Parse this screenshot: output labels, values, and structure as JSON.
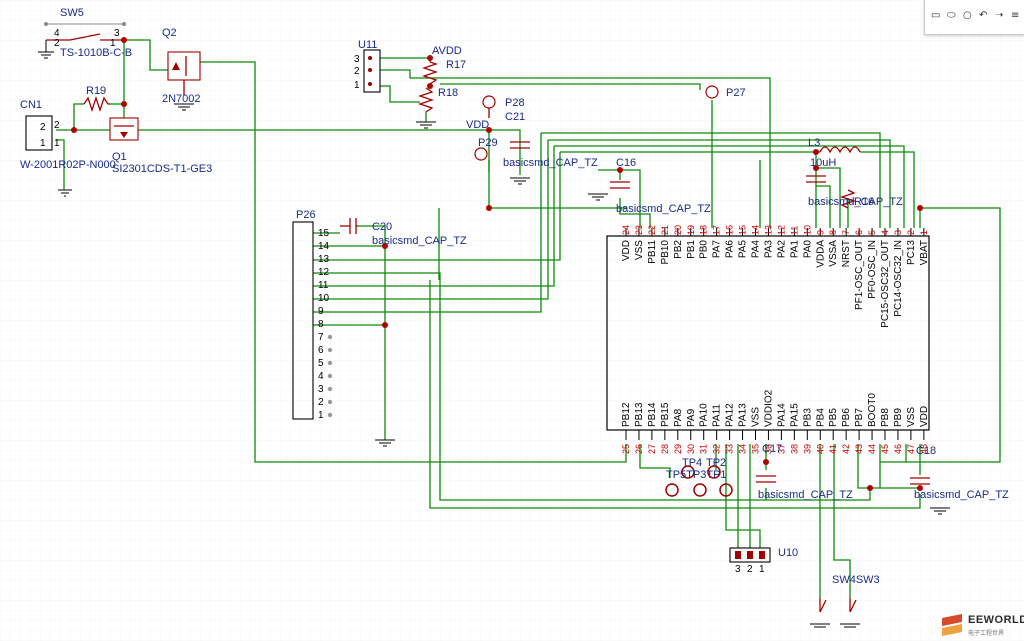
{
  "components": {
    "sw5": {
      "ref": "SW5",
      "part": "TS-1010B-C-B",
      "pins": [
        "4",
        "3",
        "2",
        "1"
      ]
    },
    "q2": {
      "ref": "Q2",
      "part": "2N7002"
    },
    "cn1": {
      "ref": "CN1",
      "part": "W-2001R02P-N000",
      "pins": [
        "2",
        "1",
        "2",
        "1"
      ]
    },
    "r19": {
      "ref": "R19"
    },
    "q1": {
      "ref": "Q1",
      "part": "SI2301CDS-T1-GE3"
    },
    "u11": {
      "ref": "U11",
      "pins": [
        "3",
        "2",
        "1"
      ]
    },
    "avdd": "AVDD",
    "r17": "R17",
    "r18": "R18",
    "p28": "P28",
    "c21": "C21",
    "vdd": "VDD",
    "p29": "P29",
    "p27": "P27",
    "c16": "C16",
    "l3": "L3",
    "l3_val": "10uH",
    "r16": "R16",
    "c20": "C20",
    "p26": "P26",
    "c17": "C17",
    "c18": "C18",
    "u10": "U10",
    "sw4sw3": "SW4SW3",
    "tp_labels": "TP5TP3TP1",
    "tp4": "TP4",
    "tp2": "TP2",
    "cap_tz": "basicsmd_CAP_TZ",
    "cap_tz_r16": "basicsmd_CAP_TZ"
  },
  "p26_pins": [
    "15",
    "14",
    "13",
    "12",
    "11",
    "10",
    "9",
    "8",
    "7",
    "6",
    "5",
    "4",
    "3",
    "2",
    "1"
  ],
  "u10_pins": [
    "3",
    "2",
    "1"
  ],
  "mcu_top": [
    {
      "name": "VDD",
      "num": "24"
    },
    {
      "name": "VSS",
      "num": "23"
    },
    {
      "name": "PB11",
      "num": "22"
    },
    {
      "name": "PB10",
      "num": "21"
    },
    {
      "name": "PB2",
      "num": "20"
    },
    {
      "name": "PB1",
      "num": "19"
    },
    {
      "name": "PB0",
      "num": "18"
    },
    {
      "name": "PA7",
      "num": "17"
    },
    {
      "name": "PA6",
      "num": "16"
    },
    {
      "name": "PA5",
      "num": "15"
    },
    {
      "name": "PA4",
      "num": "14"
    },
    {
      "name": "PA3",
      "num": "13"
    },
    {
      "name": "PA2",
      "num": "12"
    },
    {
      "name": "PA1",
      "num": "11"
    },
    {
      "name": "PA0",
      "num": "10"
    },
    {
      "name": "VDDA",
      "num": "9"
    },
    {
      "name": "VSSA",
      "num": "8"
    },
    {
      "name": "NRST",
      "num": "7"
    },
    {
      "name": "PF1-OSC_OUT",
      "num": "6"
    },
    {
      "name": "PF0-OSC_IN",
      "num": "5"
    },
    {
      "name": "PC15-OSC32_OUT",
      "num": "4"
    },
    {
      "name": "PC14-OSC32_IN",
      "num": "3"
    },
    {
      "name": "PC13",
      "num": "2"
    },
    {
      "name": "VBAT",
      "num": "1"
    }
  ],
  "mcu_bottom": [
    {
      "name": "PB12",
      "num": "25"
    },
    {
      "name": "PB13",
      "num": "26"
    },
    {
      "name": "PB14",
      "num": "27"
    },
    {
      "name": "PB15",
      "num": "28"
    },
    {
      "name": "PA8",
      "num": "29"
    },
    {
      "name": "PA9",
      "num": "30"
    },
    {
      "name": "PA10",
      "num": "31"
    },
    {
      "name": "PA11",
      "num": "32"
    },
    {
      "name": "PA12",
      "num": "33"
    },
    {
      "name": "PA13",
      "num": "34"
    },
    {
      "name": "VSS",
      "num": "35"
    },
    {
      "name": "VDDIO2",
      "num": "36"
    },
    {
      "name": "PA14",
      "num": "37"
    },
    {
      "name": "PA15",
      "num": "38"
    },
    {
      "name": "PB3",
      "num": "39"
    },
    {
      "name": "PB4",
      "num": "40"
    },
    {
      "name": "PB5",
      "num": "41"
    },
    {
      "name": "PB6",
      "num": "42"
    },
    {
      "name": "PB7",
      "num": "43"
    },
    {
      "name": "BOOT0",
      "num": "44"
    },
    {
      "name": "PB8",
      "num": "45"
    },
    {
      "name": "PB9",
      "num": "46"
    },
    {
      "name": "VSS",
      "num": "47"
    },
    {
      "name": "VDD",
      "num": "48"
    }
  ],
  "watermark": {
    "title": "EEWORLD",
    "subtitle": "电子工程世界"
  },
  "toolbar": {
    "icons": [
      "rect-icon",
      "ellipse-icon",
      "circle-icon",
      "pen-icon",
      "arrow-icon",
      "text-icon"
    ]
  },
  "colors": {
    "wire": "#0a8a0a",
    "part": "#a00000",
    "label": "#1a2a8a",
    "grid": "#e8e8e8"
  }
}
